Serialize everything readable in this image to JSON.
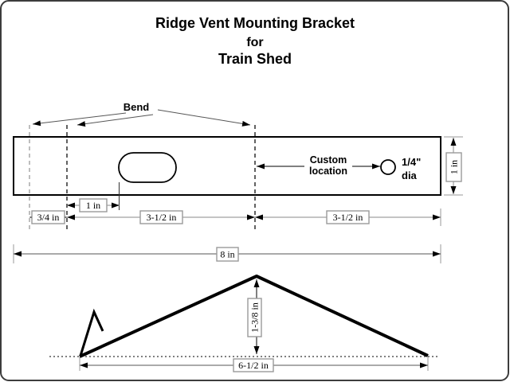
{
  "title": {
    "line1": "Ridge Vent Mounting Bracket",
    "line2": "for",
    "line3": "Train Shed"
  },
  "annotations": {
    "bend": "Bend",
    "custom_location": [
      "Custom",
      "location"
    ],
    "hole_dia": [
      "1/4\"",
      "dia"
    ]
  },
  "dimensions": {
    "tab_width": "3/4 in",
    "slot_offset": "1 in",
    "left_segment": "3-1/2 in",
    "right_segment": "3-1/2 in",
    "strip_width": "1 in",
    "overall_length": "8 in",
    "bend_height": "1-3/8 in",
    "base_span": "6-1/2 in"
  },
  "colors": {
    "drawing_black": "#000000",
    "dimension_gray": "#8a8a8a",
    "extension_gray": "#9a9a9a",
    "page_border": "#3c3c3c",
    "background": "#ffffff"
  }
}
